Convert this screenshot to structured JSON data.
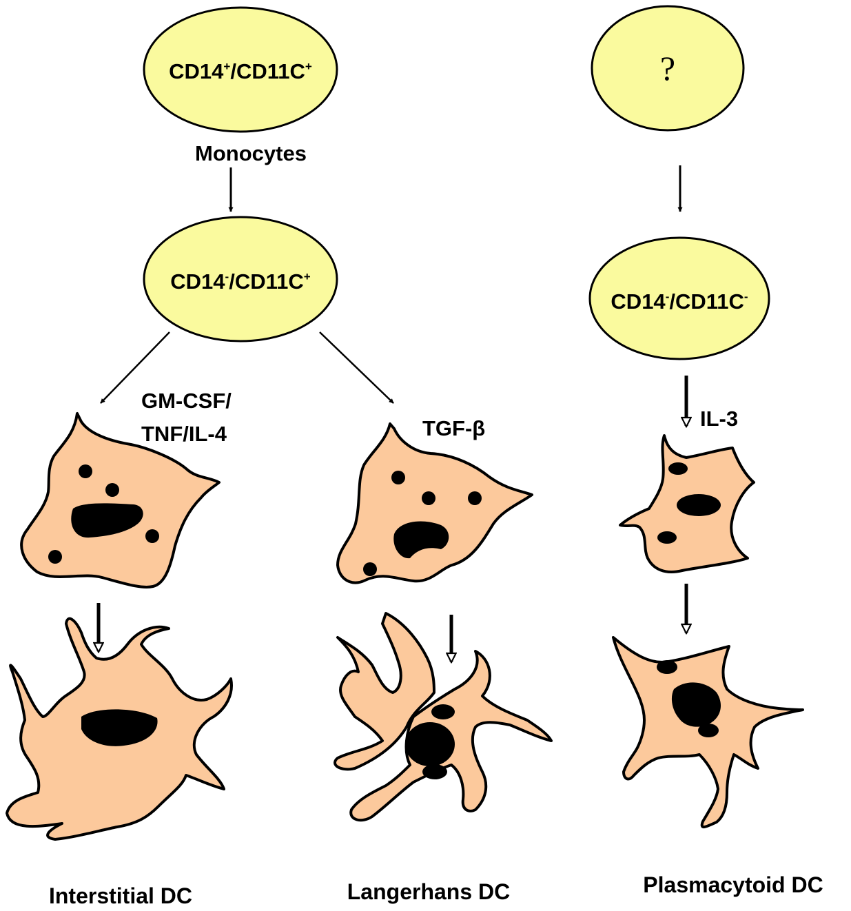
{
  "colors": {
    "oval_fill": "#fafa9e",
    "cell_fill": "#fcc99c",
    "nucleus": "#000000",
    "outline": "#000000"
  },
  "nodes": {
    "precursor_1": {
      "base": "CD14",
      "sup1": "+",
      "mid": "/CD11C",
      "sup2": "+"
    },
    "precursor_1_caption": "Monocytes",
    "precursor_2": {
      "base": "CD14",
      "sup1": "-",
      "mid": "/CD11C",
      "sup2": "+"
    },
    "precursor_3": {
      "text": "?"
    },
    "precursor_4": {
      "base": "CD14",
      "sup1": "-",
      "mid": "/CD11C",
      "sup2": "-"
    }
  },
  "factors": {
    "gm_csf_line1": "GM-CSF/",
    "gm_csf_line2": "TNF/IL-4",
    "tgf_beta": "TGF-β",
    "il3": "IL-3"
  },
  "cell_types": {
    "interstitial": "Interstitial DC",
    "langerhans": "Langerhans DC",
    "plasmacytoid": "Plasmacytoid DC"
  }
}
